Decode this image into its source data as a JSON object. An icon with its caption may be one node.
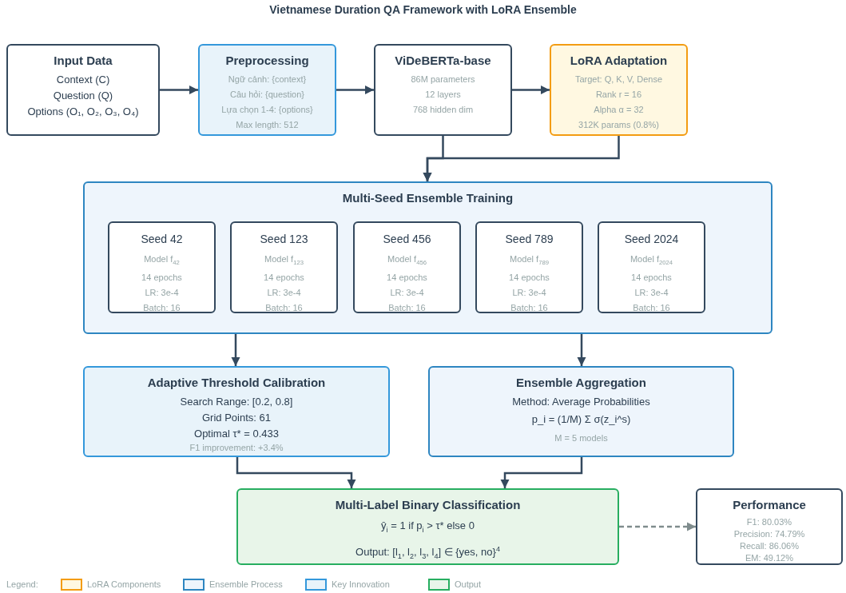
{
  "diagram": {
    "title": "Vietnamese Duration QA Framework with LoRA Ensemble",
    "nodes": [
      {
        "text": [
          "Input Data",
          "Context (C)",
          "Question (Q)",
          "Options (O₁, O₂, O₃, O₄)"
        ]
      },
      {
        "text": [
          "Preprocessing",
          "Ngữ cảnh: {context}",
          "Câu hỏi: {question}",
          "Lựa chọn 1-4: {options}",
          "Max length: 512"
        ]
      },
      {
        "text": [
          "ViDeBERTa-base",
          "86M parameters",
          "12 layers",
          "768 hidden dim"
        ]
      },
      {
        "text": [
          "LoRA Adaptation",
          "Target: Q, K, V, Dense",
          "Rank r = 16",
          "Alpha α = 32",
          "312K params (0.8%)"
        ]
      },
      {
        "text": [
          "Multi-Seed Ensemble Training"
        ]
      },
      {
        "text": [
          "Seed 42",
          "Model f$_{42}$",
          "14 epochs",
          "LR: 3e-4",
          "Batch: 16"
        ],
        "in": 4
      },
      {
        "text": [
          "Seed 123",
          "Model f$_{123}$",
          "14 epochs",
          "LR: 3e-4",
          "Batch: 16"
        ],
        "in": 4
      },
      {
        "text": [
          "Seed 456",
          "Model f$_{456}$",
          "14 epochs",
          "LR: 3e-4",
          "Batch: 16"
        ],
        "in": 4
      },
      {
        "text": [
          "Seed 789",
          "Model f$_{789}$",
          "14 epochs",
          "LR: 3e-4",
          "Batch: 16"
        ],
        "in": 4
      },
      {
        "text": [
          "Seed 2024",
          "Model f$_{2024}$",
          "14 epochs",
          "LR: 3e-4",
          "Batch: 16"
        ],
        "in": 4
      },
      {
        "text": [
          "Adaptive Threshold Calibration",
          "Search Range: [0.2, 0.8]",
          "Grid Points: 61",
          "Optimal τ* = 0.433",
          "F1 improvement: +3.4%"
        ]
      },
      {
        "text": [
          "Ensemble Aggregation",
          "Method: Average Probabilities",
          "p_i = (1/M) Σ σ(z_i^s)",
          "M = 5 models"
        ]
      },
      {
        "text": [
          "Multi-Label Binary Classification",
          "ŷ$_{i}$ = 1 if p$_{i}$ > τ* else 0",
          "Output: [l$_{1}$, l$_{2}$, l$_{3}$, l$_{4}$] ∈ {yes, no}$^{4}$"
        ]
      },
      {
        "text": [
          "Performance",
          "F1: 80.03%",
          "Precision: 74.79%",
          "Recall: 86.06%",
          "EM: 49.12%"
        ]
      }
    ],
    "edges": [
      {
        "from": 0,
        "to": 1,
        "arrow": "to"
      },
      {
        "from": 1,
        "to": 2,
        "arrow": "to"
      },
      {
        "from": 2,
        "to": 3,
        "arrow": "to"
      },
      {
        "from": 2,
        "to": 4,
        "arrow": "to"
      },
      {
        "from": 3,
        "to": 4,
        "arrow": "to"
      },
      {
        "from": 4,
        "to": 10,
        "arrow": "to"
      },
      {
        "from": 4,
        "to": 11,
        "arrow": "to"
      },
      {
        "from": 10,
        "to": 12,
        "arrow": "to"
      },
      {
        "from": 11,
        "to": 12,
        "arrow": "to"
      },
      {
        "from": 12,
        "to": 13,
        "arrow": "to",
        "style": "dashed",
        "color": "#7f8c8d"
      }
    ],
    "labels": [
      "Legend:"
    ],
    "legend": [
      {
        "text": "LoRA Components",
        "color": "#fff8e1"
      },
      {
        "text": "Ensemble Process",
        "color": "#eef5fc"
      },
      {
        "text": "Key Innovation",
        "color": "#e8f3fa"
      },
      {
        "text": "Output",
        "color": "#e8f5e9"
      }
    ]
  }
}
